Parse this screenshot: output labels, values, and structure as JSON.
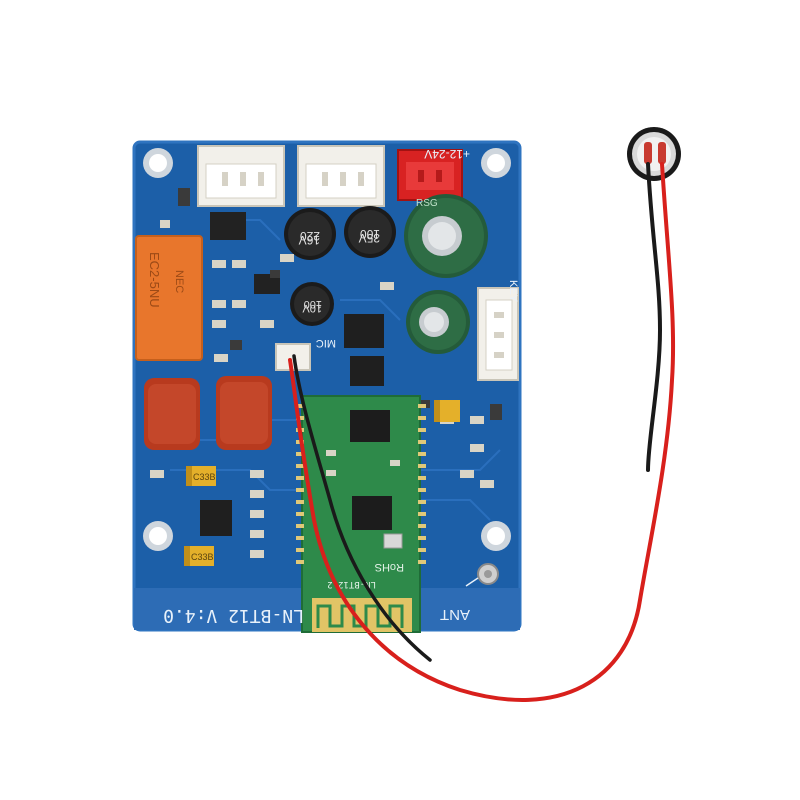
{
  "board": {
    "model_label": "LN-BT12 V:4.0",
    "antenna_label": "ANT",
    "mic_label": "MIC",
    "key_label": "KEY",
    "power_label": "+12-24V"
  },
  "capacitors": {
    "cap1_value": "220",
    "cap1_voltage": "16V",
    "cap2_value": "100",
    "cap2_voltage": "35V",
    "cap3_value": "100",
    "cap3_voltage": "10V",
    "brand": "RSG"
  },
  "relay": {
    "model": "EC2-5NU",
    "maker": "NEC"
  },
  "module": {
    "compliance_mark": "RoHS",
    "id_text": "LN-BT12-2"
  },
  "tantalums": {
    "t1": "C33B",
    "t2": "C33B"
  },
  "colors": {
    "pcb": "#1c5fa8",
    "pcb_edge": "#3578c4",
    "module": "#2e8a4a",
    "film_cap": "#b83a1e",
    "relay": "#e8762c",
    "wire_red": "#d8201c",
    "wire_black": "#1a1a1a"
  }
}
